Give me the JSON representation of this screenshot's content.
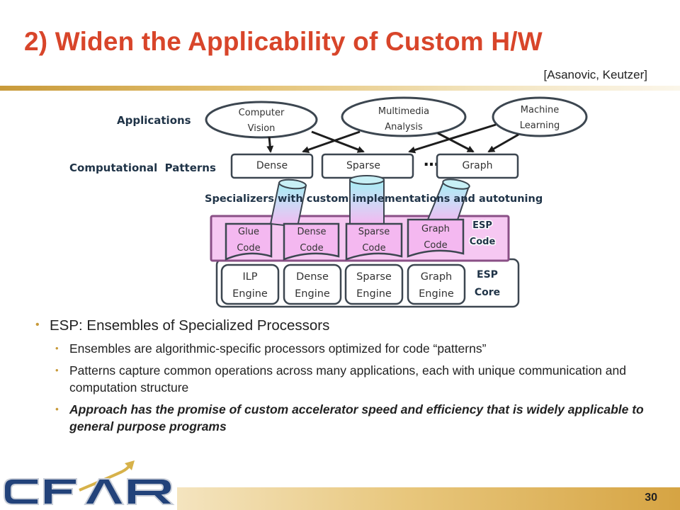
{
  "slide": {
    "title": "2) Widen the Applicability of Custom H/W",
    "citation": "[Asanovic, Keutzer]",
    "page_number": "30",
    "logo_text": "CFAR"
  },
  "diagram": {
    "row_labels": {
      "applications": "Applications",
      "patterns": "Computational  Patterns"
    },
    "applications": [
      {
        "line1": "Computer",
        "line2": "Vision"
      },
      {
        "line1": "Multimedia",
        "line2": "Analysis"
      },
      {
        "line1": "Machine",
        "line2": "Learning"
      }
    ],
    "patterns": [
      "Dense",
      "Sparse",
      "Graph"
    ],
    "ellipsis": "…",
    "specializers_label": "Specializers with custom implementations and autotuning",
    "code_blocks": [
      {
        "line1": "Glue",
        "line2": "Code"
      },
      {
        "line1": "Dense",
        "line2": "Code"
      },
      {
        "line1": "Sparse",
        "line2": "Code"
      },
      {
        "line1": "Graph",
        "line2": "Code"
      }
    ],
    "esp_code": {
      "line1": "ESP",
      "line2": "Code"
    },
    "engines": [
      {
        "line1": "ILP",
        "line2": "Engine"
      },
      {
        "line1": "Dense",
        "line2": "Engine"
      },
      {
        "line1": "Sparse",
        "line2": "Engine"
      },
      {
        "line1": "Graph",
        "line2": "Engine"
      }
    ],
    "esp_core": {
      "line1": "ESP",
      "line2": "Core"
    },
    "colors": {
      "pink": "#f6c8f2",
      "pink_border": "#8a4f86",
      "cylinder_top": "#f4b8f0",
      "cylinder_bottom": "#a6eef4",
      "outline": "#3c4650"
    }
  },
  "bullets": {
    "main": "ESP: Ensembles of Specialized Processors",
    "subs": [
      "Ensembles are algorithmic-specific processors optimized for code “patterns”",
      "Patterns capture common operations across many applications, each with unique communication and computation structure",
      "Approach has the promise of custom accelerator speed and efficiency that is widely applicable to general purpose programs"
    ]
  }
}
